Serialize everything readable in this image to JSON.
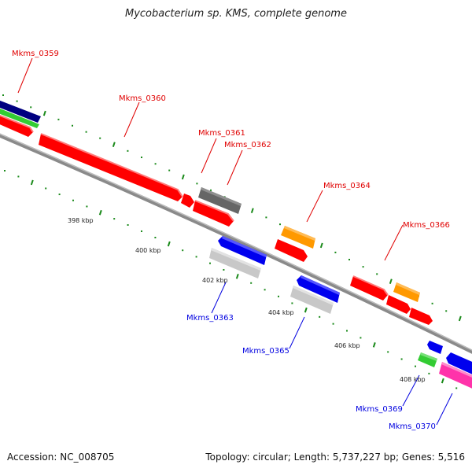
{
  "title": "Mycobacterium sp. KMS, complete genome",
  "footer": {
    "accession": "Accession: NC_008705",
    "summary": "Topology: circular; Length: 5,737,227 bp; Genes: 5,516"
  },
  "colors": {
    "forward_label": "#e00000",
    "reverse_label": "#0000e0",
    "backbone": "#8a8a8a",
    "tick": "#1a8a1a",
    "red": "#ff0000",
    "blue": "#0000ee",
    "navy": "#000080",
    "green": "#33cc33",
    "gray_dark": "#666666",
    "gray_light": "#c8c8c8",
    "orange": "#ff9900",
    "pink": "#ff33aa"
  },
  "axis": {
    "kbp_labels": [
      "398 kbp",
      "400 kbp",
      "402 kbp",
      "404 kbp",
      "406 kbp",
      "408 kbp"
    ]
  },
  "genes_forward": [
    {
      "name": "Mkms_0359"
    },
    {
      "name": "Mkms_0360"
    },
    {
      "name": "Mkms_0361"
    },
    {
      "name": "Mkms_0362"
    },
    {
      "name": "Mkms_0364"
    },
    {
      "name": "Mkms_0366"
    }
  ],
  "genes_reverse": [
    {
      "name": "Mkms_0363"
    },
    {
      "name": "Mkms_0365"
    },
    {
      "name": "Mkms_0369"
    },
    {
      "name": "Mkms_0370"
    }
  ]
}
